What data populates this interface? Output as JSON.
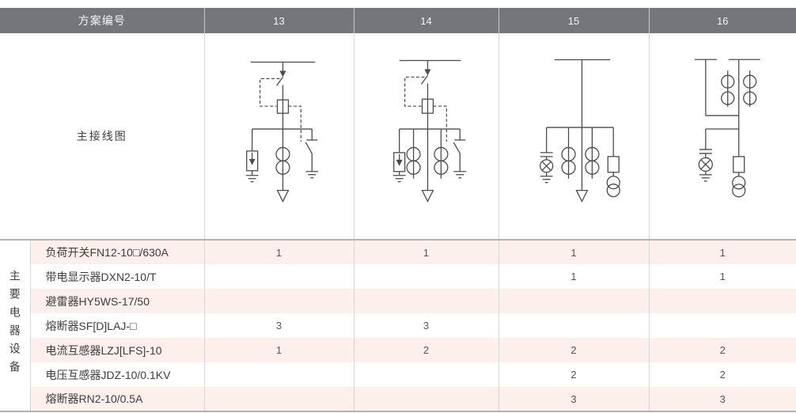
{
  "header": {
    "scheme_label": "方案编号",
    "schemes": [
      "13",
      "14",
      "15",
      "16"
    ]
  },
  "diagram_label": "主接线图",
  "side_label": "主要电器设备",
  "equipment_rows": [
    {
      "name": "负荷开关FN12-10□/630A",
      "counts": [
        "1",
        "1",
        "1",
        "1"
      ]
    },
    {
      "name": "带电显示器DXN2-10/T",
      "counts": [
        "",
        "",
        "1",
        "1"
      ]
    },
    {
      "name": "避雷器HY5WS-17/50",
      "counts": [
        "",
        "",
        "",
        ""
      ]
    },
    {
      "name": "熔断器SF[D]LAJ-□",
      "counts": [
        "3",
        "3",
        "",
        ""
      ]
    },
    {
      "name": "电流互感器LZJ[LFS]-10",
      "counts": [
        "1",
        "2",
        "2",
        "2"
      ]
    },
    {
      "name": "电压互感器JDZ-10/0.1KV",
      "counts": [
        "",
        "",
        "2",
        "2"
      ]
    },
    {
      "name": "熔断器RN2-10/0.5A",
      "counts": [
        "",
        "",
        "3",
        "3"
      ]
    }
  ],
  "diagrams": {
    "scheme13": {
      "elements": [
        "busbar",
        "load-switch",
        "interlock-dashed-link",
        "fuse",
        "surge-arrester-to-ground",
        "current-transformer",
        "earthing-switch",
        "outgoing-cable-arrow"
      ]
    },
    "scheme14": {
      "elements": [
        "busbar",
        "load-switch",
        "interlock-dashed-link",
        "fuse",
        "surge-arrester-to-ground",
        "current-transformer",
        "current-transformer",
        "earthing-switch",
        "outgoing-cable-arrow"
      ]
    },
    "scheme15": {
      "elements": [
        "busbar",
        "capacitor-indicator-lamp-to-ground",
        "current-transformer",
        "current-transformer",
        "fuse",
        "voltage-transformer",
        "outgoing-cable-arrow"
      ]
    },
    "scheme16": {
      "elements": [
        "busbar-section-left",
        "busbar-section-right",
        "current-transformer",
        "current-transformer",
        "capacitor-indicator-lamp-to-ground",
        "fuse",
        "voltage-transformer"
      ]
    }
  },
  "colors": {
    "header_bg": "#757679",
    "header_text": "#f5f5f5",
    "row_pink": "#fcefec",
    "border_light": "#d6d6d6",
    "rule_gray": "#b2b2b5",
    "text_dark": "#3d3d3d",
    "diagram_stroke": "#4a4b4d"
  }
}
